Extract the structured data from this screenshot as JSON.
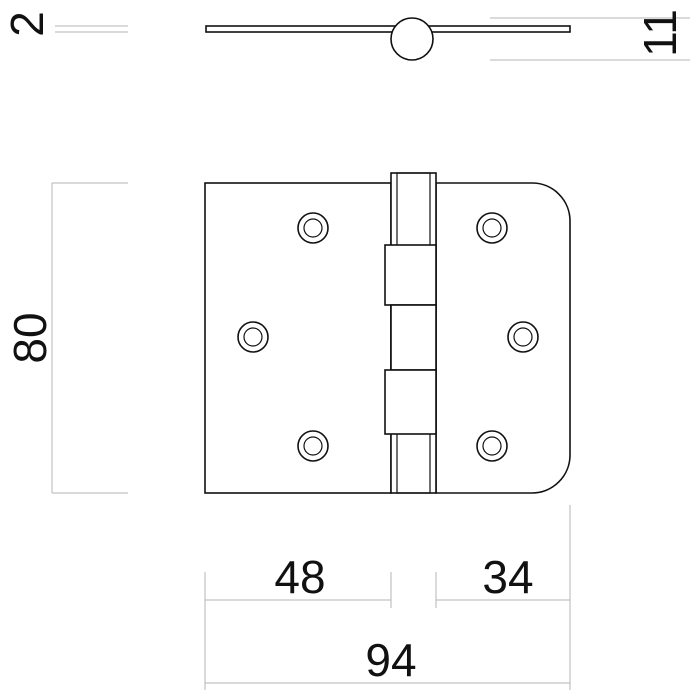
{
  "drawing": {
    "dimensions": {
      "thickness": "2",
      "knuckle": "11",
      "height": "80",
      "left_leaf": "48",
      "right_leaf": "34",
      "total_width": "94"
    },
    "colors": {
      "outline": "#111111",
      "dimension_line": "#b5b5b5",
      "background": "#ffffff"
    }
  }
}
